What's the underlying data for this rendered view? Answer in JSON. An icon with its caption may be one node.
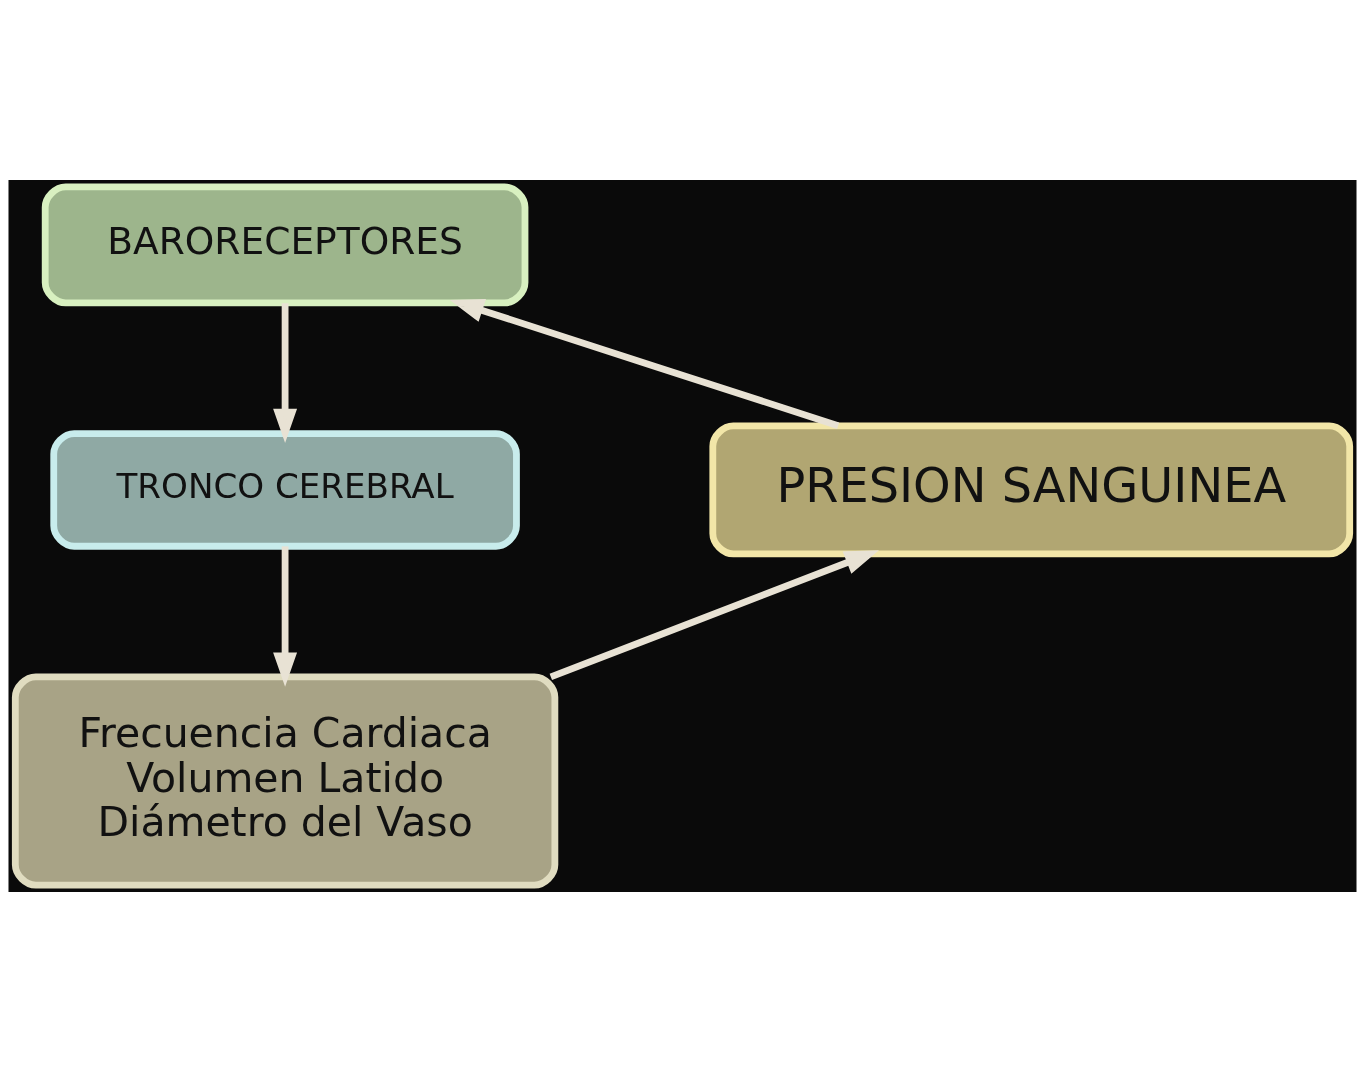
{
  "diagram": {
    "nodes": [
      {
        "text": [
          "BARORECEPTORES"
        ]
      },
      {
        "text": [
          "TRONCO CEREBRAL"
        ]
      },
      {
        "text": [
          "Frecuencia Cardiaca",
          "Volumen Latido",
          "Diámetro del Vaso"
        ]
      },
      {
        "text": [
          "PRESION SANGUINEA"
        ]
      }
    ],
    "edges": [
      {
        "from": 3,
        "to": 0,
        "arrow": "to"
      },
      {
        "from": 0,
        "to": 1,
        "arrow": "to"
      },
      {
        "from": 1,
        "to": 2,
        "arrow": "to"
      },
      {
        "from": 2,
        "to": 3,
        "arrow": "to"
      }
    ]
  }
}
